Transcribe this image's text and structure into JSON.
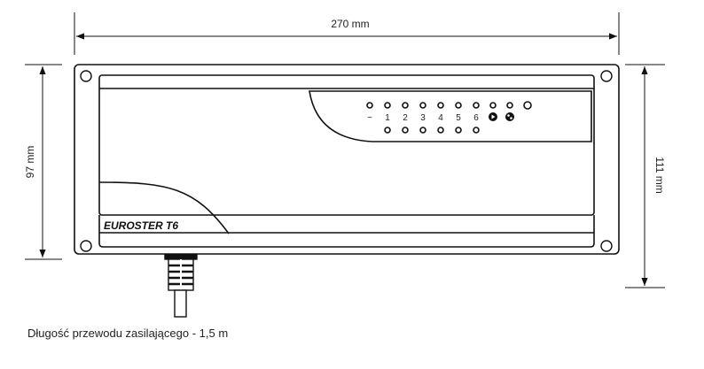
{
  "dimensions": {
    "width": "270 mm",
    "height_body": "97 mm",
    "height_total": "111 mm"
  },
  "device": {
    "brand_label": "EUROSTER T6",
    "led_labels": [
      "~",
      "1",
      "2",
      "3",
      "4",
      "5",
      "6"
    ],
    "icons": [
      "play-circle-icon",
      "fan-icon"
    ]
  },
  "caption": "Długość przewodu zasilającego - 1,5 m"
}
